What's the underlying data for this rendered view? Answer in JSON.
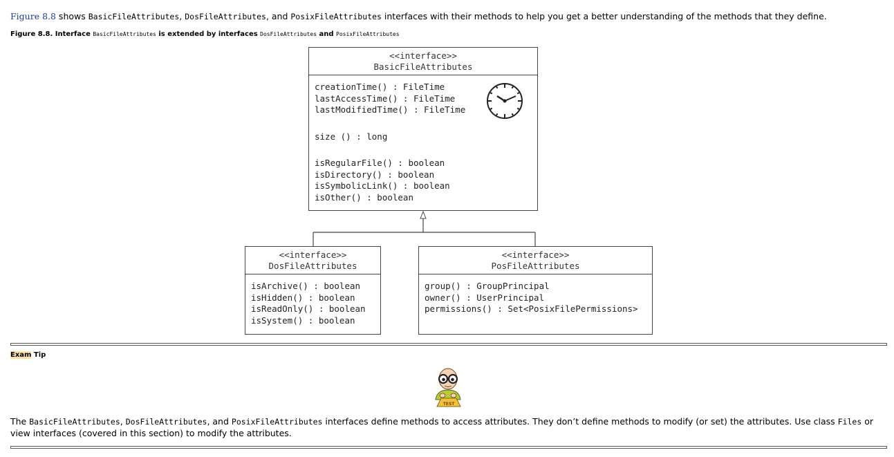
{
  "intro": {
    "figure_ref": "Figure 8.8",
    "t1": " shows ",
    "c1": "BasicFileAttributes",
    "t2": ", ",
    "c2": "DosFileAttributes",
    "t3": ", and ",
    "c3": "PosixFileAttributes",
    "t4": " interfaces with their methods to help you get a better understanding of the methods that they define."
  },
  "caption": {
    "t1": "Figure 8.8. Interface ",
    "c1": "BasicFileAttributes",
    "t2": " is extended by interfaces ",
    "c2": "DosFileAttributes",
    "t3": " and ",
    "c3": "PosixFileAttributes"
  },
  "diagram": {
    "basic": {
      "stereotype": "<<interface>>",
      "name": "BasicFileAttributes",
      "methods": [
        "creationTime() : FileTime",
        "lastAccessTime() : FileTime",
        "lastModifiedTime() : FileTime",
        "size () : long",
        "isRegularFile() : boolean",
        "isDirectory() : boolean",
        "isSymbolicLink() : boolean",
        "isOther() : boolean"
      ]
    },
    "dos": {
      "stereotype": "<<interface>>",
      "name": "DosFileAttributes",
      "methods": [
        "isArchive() : boolean",
        "isHidden() : boolean",
        "isReadOnly() : boolean",
        "isSystem() : boolean"
      ]
    },
    "posix": {
      "stereotype": "<<interface>>",
      "name": "PosFileAttributes",
      "methods": [
        "group() : GroupPrincipal",
        "owner() : UserPrincipal",
        "permissions() : Set<PosixFilePermissions>"
      ]
    }
  },
  "exam_tip": {
    "word1": "Exam",
    "word2": " Tip"
  },
  "tip": {
    "t1": "The ",
    "c1": "BasicFileAttributes",
    "t2": ", ",
    "c2": "DosFileAttributes",
    "t3": ", and ",
    "c3": "PosixFileAttributes",
    "t4": " interfaces define methods to access attributes. They don’t define methods to modify (or set) the attributes. Use class ",
    "c4": "Files",
    "t5": " or view interfaces (covered in this section) to modify the attributes."
  },
  "colors": {
    "figure_link": "#1f3a93",
    "exam_highlight": "#ffe2a6"
  }
}
